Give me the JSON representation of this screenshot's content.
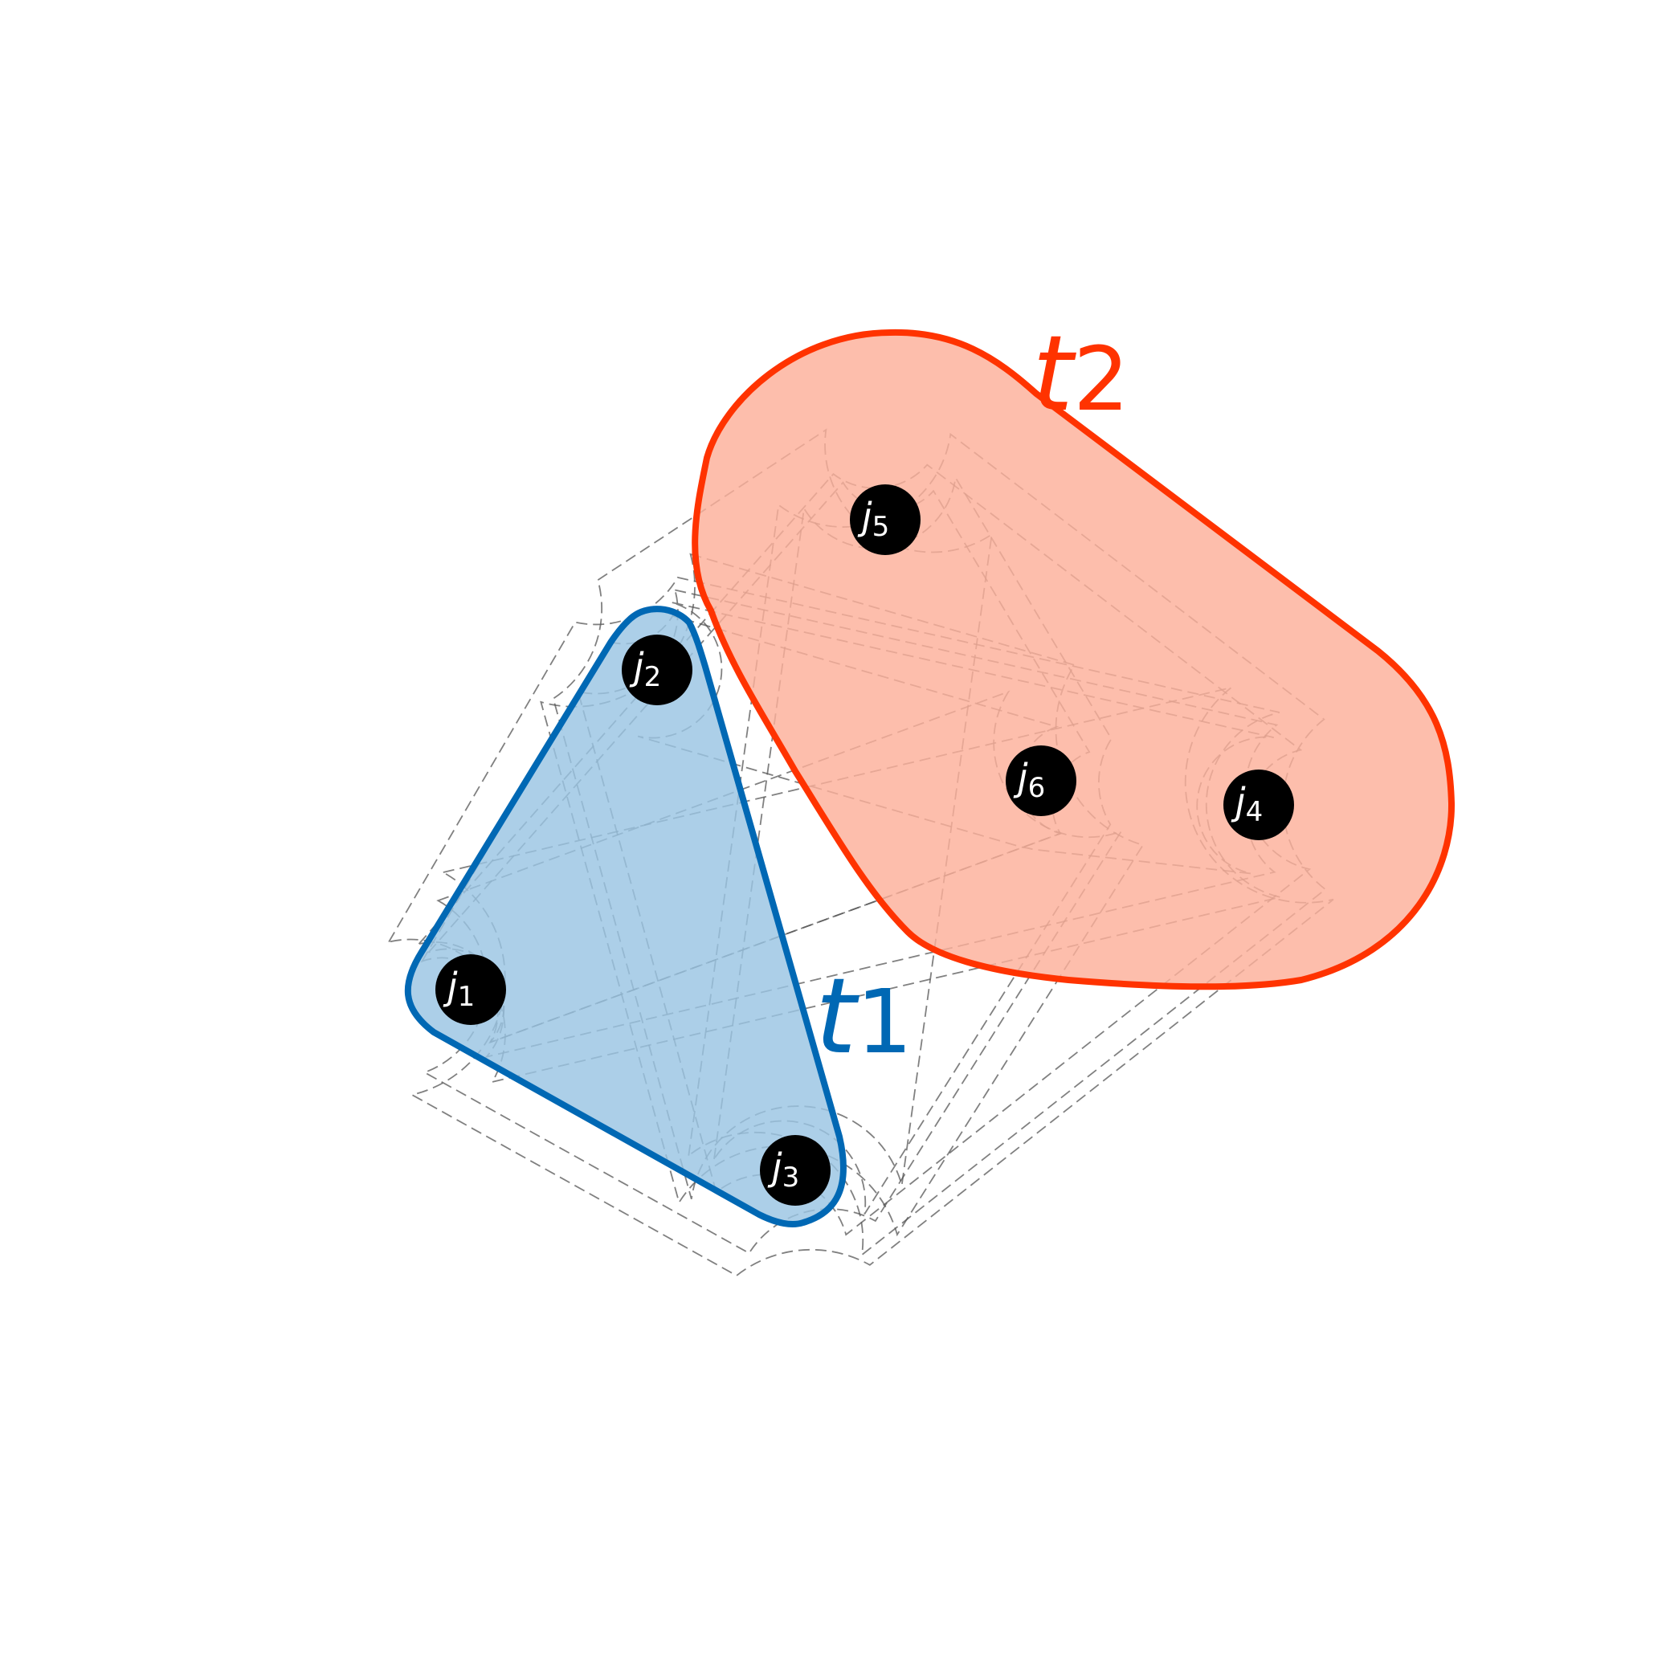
{
  "colors": {
    "background": "#ffffff",
    "team_1_stroke": "#0068b4",
    "team_1_fill": "#9ac5e3",
    "team_2_stroke": "#ff3300",
    "team_2_fill": "#fdb09a",
    "dashed_hull": "#555555",
    "node": "#000000",
    "node_text": "#ffffff"
  },
  "teams": [
    {
      "id": "t1",
      "base": "t",
      "sub": "1",
      "members": [
        "j1",
        "j2",
        "j3"
      ]
    },
    {
      "id": "t2",
      "base": "t",
      "sub": "2",
      "members": [
        "j5",
        "j6",
        "j4"
      ]
    }
  ],
  "nodes": [
    {
      "id": "j1",
      "base": "j",
      "sub": "1"
    },
    {
      "id": "j2",
      "base": "j",
      "sub": "2"
    },
    {
      "id": "j3",
      "base": "j",
      "sub": "3"
    },
    {
      "id": "j4",
      "base": "j",
      "sub": "4"
    },
    {
      "id": "j5",
      "base": "j",
      "sub": "5"
    },
    {
      "id": "j6",
      "base": "j",
      "sub": "6"
    }
  ]
}
